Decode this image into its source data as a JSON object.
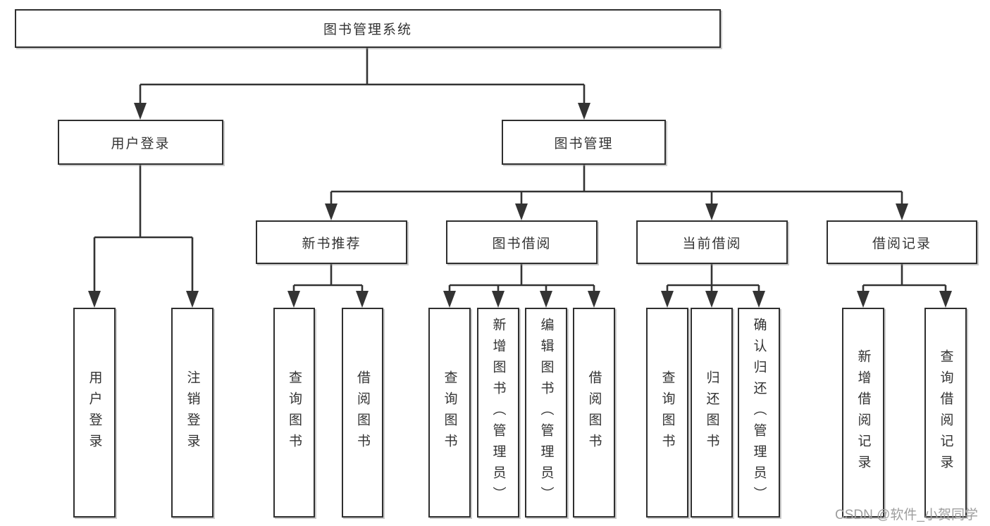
{
  "diagram": {
    "root": {
      "label": "图书管理系统"
    },
    "level2": {
      "user_login": {
        "label": "用户登录"
      },
      "book_management": {
        "label": "图书管理"
      }
    },
    "level3": {
      "new_book_recommend": {
        "label": "新书推荐"
      },
      "book_borrowing": {
        "label": "图书借阅"
      },
      "current_borrowing": {
        "label": "当前借阅"
      },
      "borrowing_records": {
        "label": "借阅记录"
      }
    },
    "leaves": {
      "user_login": {
        "label": "用户登录"
      },
      "logout": {
        "label": "注销登录"
      },
      "recommend_query_books": {
        "label": "查询图书"
      },
      "recommend_borrow_books": {
        "label": "借阅图书"
      },
      "borrow_query_books": {
        "label": "查询图书"
      },
      "borrow_add_books": {
        "label": "新增图书（管理员）"
      },
      "borrow_edit_books": {
        "label": "编辑图书（管理员）"
      },
      "borrow_borrow_books": {
        "label": "借阅图书"
      },
      "current_query_books": {
        "label": "查询图书"
      },
      "current_return_books": {
        "label": "归还图书"
      },
      "current_confirm_return": {
        "label": "确认归还（管理员）"
      },
      "records_add_record": {
        "label": "新增借阅记录"
      },
      "records_query_record": {
        "label": "查询借阅记录"
      }
    },
    "tree": {
      "图书管理系统": {
        "用户登录": [
          "用户登录",
          "注销登录"
        ],
        "图书管理": {
          "新书推荐": [
            "查询图书",
            "借阅图书"
          ],
          "图书借阅": [
            "查询图书",
            "新增图书（管理员）",
            "编辑图书（管理员）",
            "借阅图书"
          ],
          "当前借阅": [
            "查询图书",
            "归还图书",
            "确认归还（管理员）"
          ],
          "借阅记录": [
            "新增借阅记录",
            "查询借阅记录"
          ]
        }
      }
    }
  },
  "watermark": {
    "text": "CSDN @软件_小贺同学"
  },
  "colors": {
    "line": "#333333",
    "border": "#2f2f2f",
    "fill": "#ffffff",
    "text": "#333333",
    "watermark": "#9e9e9e"
  }
}
